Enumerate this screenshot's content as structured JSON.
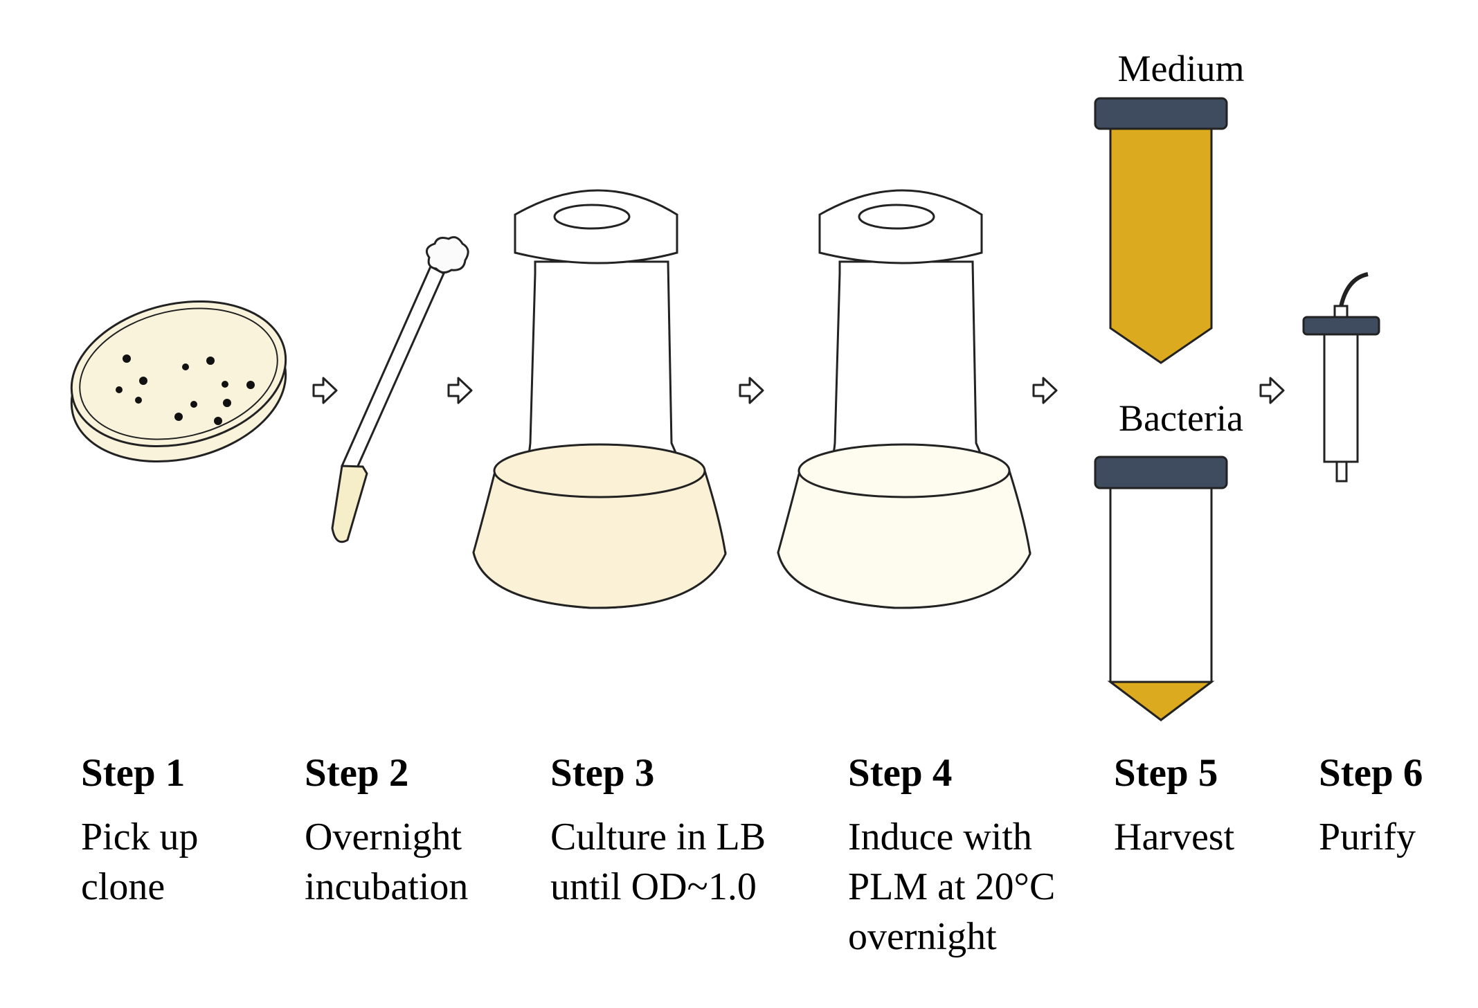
{
  "steps": [
    {
      "title": "Step 1",
      "lines": [
        "Pick up",
        "clone"
      ]
    },
    {
      "title": "Step 2",
      "lines": [
        "Overnight",
        "incubation"
      ]
    },
    {
      "title": "Step 3",
      "lines": [
        "Culture in LB",
        "until OD~1.0"
      ]
    },
    {
      "title": "Step 4",
      "lines": [
        "Induce with",
        "PLM at 20°C",
        "overnight"
      ]
    },
    {
      "title": "Step 5",
      "lines": [
        "Harvest"
      ]
    },
    {
      "title": "Step 6",
      "lines": [
        "Purify"
      ]
    }
  ],
  "labels": {
    "medium": "Medium",
    "bacteria": "Bacteria"
  },
  "colors": {
    "agar": "#faf3dc",
    "culture_lb": "#fbf1d6",
    "culture_induced": "#fefcee",
    "medium": "#dcaa1f",
    "cap": "#3f4b5e",
    "outline": "#222222"
  },
  "icons": [
    "petri-dish-icon",
    "inoculating-loop-icon",
    "flask-icon",
    "centrifuge-tube-icon",
    "purification-column-icon",
    "arrow-right-icon"
  ]
}
